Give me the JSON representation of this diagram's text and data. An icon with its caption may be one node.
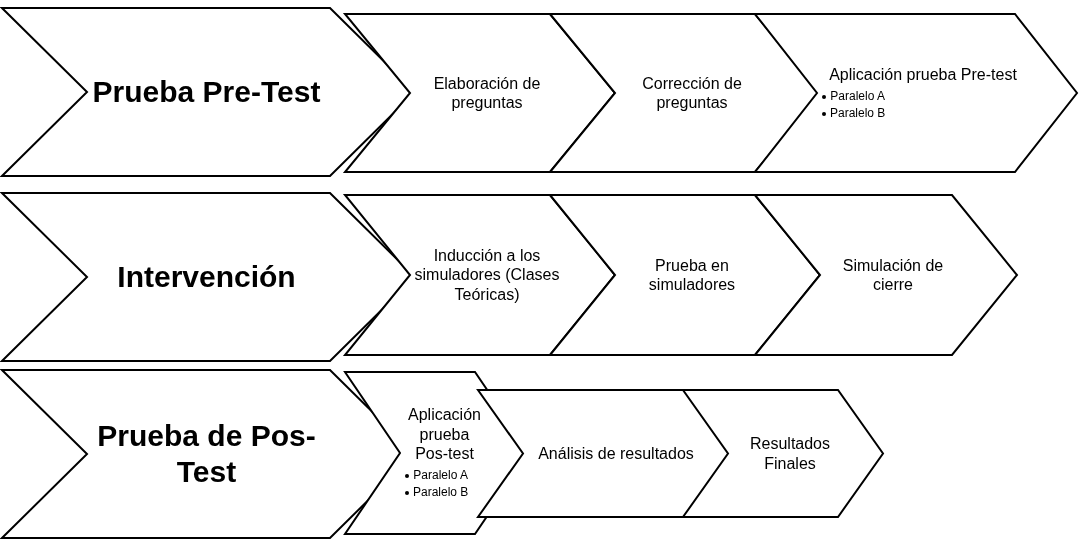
{
  "diagram": {
    "nodes": [
      {
        "text": [
          "Prueba Pre-Test"
        ]
      },
      {
        "text": [
          "Elaboración de preguntas"
        ]
      },
      {
        "text": [
          "Corrección de preguntas"
        ]
      },
      {
        "text": [
          "Aplicación prueba Pre-test",
          "Paralelo A",
          "Paralelo B"
        ]
      },
      {
        "text": [
          "Intervención"
        ]
      },
      {
        "text": [
          "Inducción a los simuladores (Clases Teóricas)"
        ]
      },
      {
        "text": [
          "Prueba en simuladores"
        ]
      },
      {
        "text": [
          "Simulación de cierre"
        ]
      },
      {
        "text": [
          "Prueba de Pos-Test"
        ]
      },
      {
        "text": [
          "Aplicación prueba Pos-test",
          "Paralelo A",
          "Paralelo B"
        ]
      },
      {
        "text": [
          "Análisis de resultados"
        ]
      },
      {
        "text": [
          "Resultados Finales"
        ]
      }
    ]
  }
}
